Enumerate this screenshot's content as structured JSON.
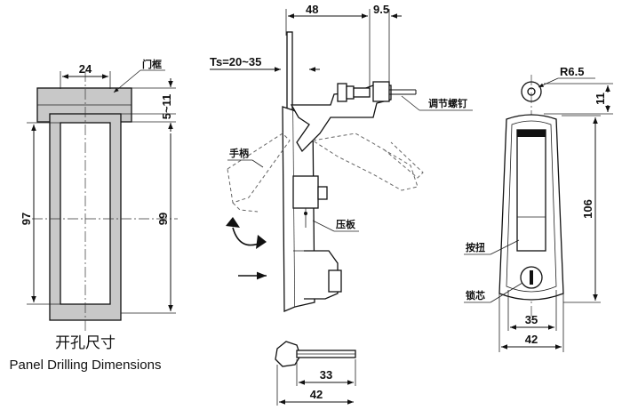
{
  "drilling": {
    "dim_width": "24",
    "dim_frame": "5~11",
    "dim_h_left": "97",
    "dim_h_right": "99",
    "label_frame": "门框",
    "caption_cn": "开孔尺寸",
    "caption_en": "Panel Drilling Dimensions"
  },
  "side": {
    "dim_48": "48",
    "dim_9_5": "9.5",
    "dim_ts": "Ts=20~35",
    "label_screw": "调节螺钉",
    "label_handle": "手柄",
    "label_plate": "压板"
  },
  "front": {
    "dim_radius": "R6.5",
    "dim_11": "11",
    "dim_106": "106",
    "dim_35": "35",
    "dim_42": "42",
    "label_button": "按扭",
    "label_core": "锁芯"
  },
  "key": {
    "dim_33": "33",
    "dim_42": "42"
  }
}
